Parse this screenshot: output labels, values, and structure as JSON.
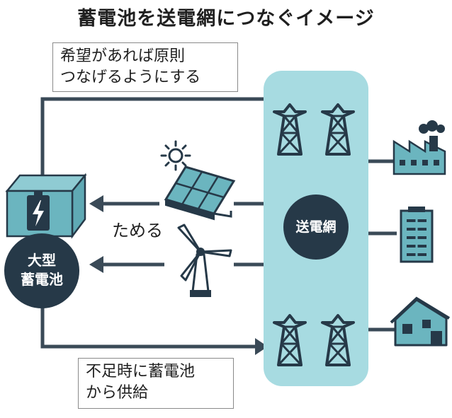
{
  "title": "蓄電池を送電網につなぐイメージ",
  "callouts": {
    "connect_principle": [
      "希望があれば原則",
      "つなげるようにする"
    ],
    "supply_when_short": [
      "不足時に蓄電池",
      "から供給"
    ]
  },
  "labels": {
    "store": "ためる",
    "grid": "送電網",
    "battery": [
      "大型",
      "蓄電池"
    ]
  },
  "icons": [
    "battery-icon",
    "solar-panel-icon",
    "sun-icon",
    "wind-turbine-icon",
    "transmission-tower-icon",
    "factory-icon",
    "office-building-icon",
    "house-icon"
  ],
  "colors": {
    "navy": "#263948",
    "teal": "#6bb5bf",
    "grid_panel": "#a7dbe1",
    "line": "#3a4a57"
  }
}
